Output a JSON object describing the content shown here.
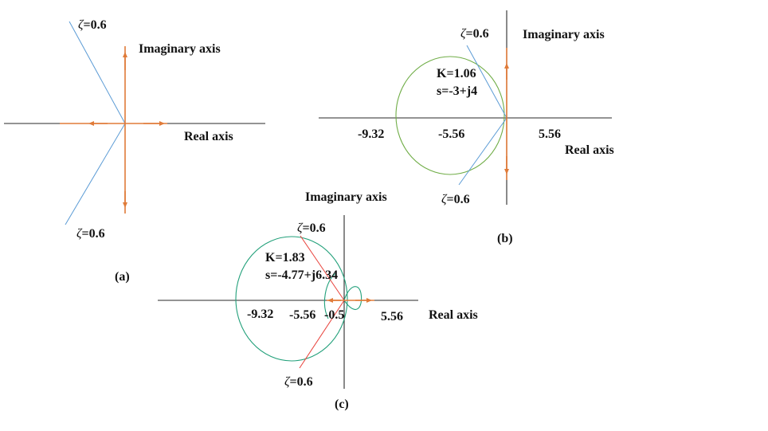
{
  "colors": {
    "axis": "#2a2a2a",
    "locus": "#e07b39",
    "arrow": "#e07b39",
    "damping_line_a": "#5b9bd5",
    "damping_line_b": "#5b9bd5",
    "damping_line_c": "#e8413a",
    "circle_b": "#70ad47",
    "circle_c": "#22a07a",
    "text": "#111111"
  },
  "zeta_symbol": "ζ",
  "panel_a": {
    "caption": "(a)",
    "imag_label": "Imaginary axis",
    "real_label": "Real axis",
    "zeta_top_value": "=0.6",
    "zeta_bottom_value": "=0.6"
  },
  "panel_b": {
    "caption": "(b)",
    "imag_label": "Imaginary axis",
    "real_label": "Real axis",
    "zeta_top_value": "=0.6",
    "zeta_bottom_value": "=0.6",
    "gain_label": "K=1.06",
    "point_label": "s=-3+j4",
    "ticks": [
      "-9.32",
      "-5.56",
      "5.56"
    ]
  },
  "panel_c": {
    "caption": "(c)",
    "imag_label": "Imaginary axis",
    "real_label": "Real axis",
    "zeta_top_value": "=0.6",
    "zeta_bottom_value": "=0.6",
    "gain_label": "K=1.83",
    "point_label": "s=-4.77+j6.34",
    "ticks": [
      "-9.32",
      "-5.56",
      "-0.5",
      "5.56"
    ]
  }
}
